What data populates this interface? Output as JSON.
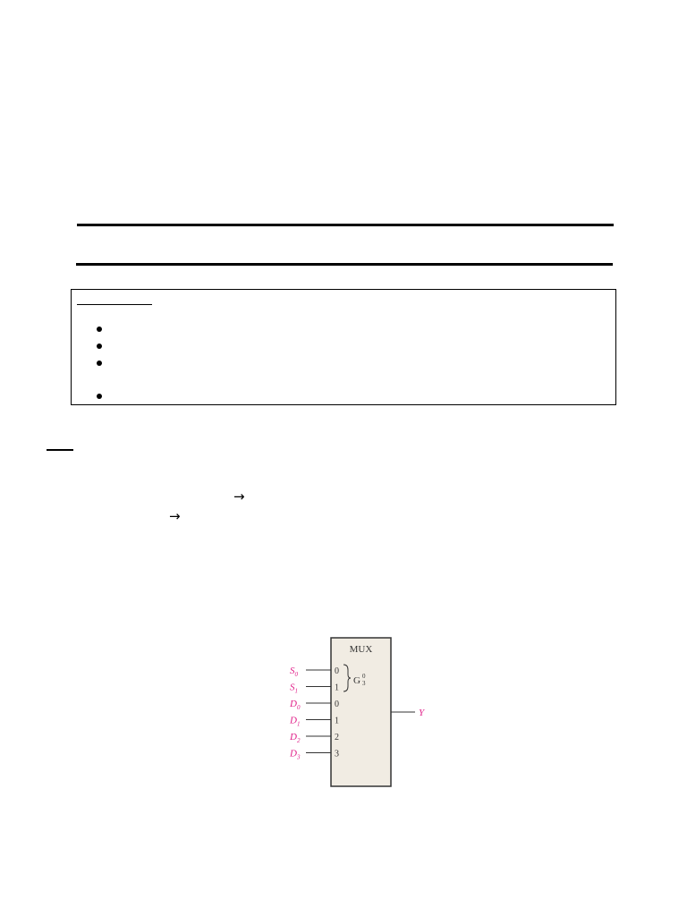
{
  "document": {
    "arrow_glyph": "→"
  },
  "mux": {
    "title": "MUX",
    "gate_label": "G",
    "gate_superscript": "0",
    "gate_subscript": "3",
    "inputs": [
      {
        "label": "S",
        "sub": "0",
        "pin": "0"
      },
      {
        "label": "S",
        "sub": "1",
        "pin": "1"
      },
      {
        "label": "D",
        "sub": "0",
        "pin": "0"
      },
      {
        "label": "D",
        "sub": "1",
        "pin": "1"
      },
      {
        "label": "D",
        "sub": "2",
        "pin": "2"
      },
      {
        "label": "D",
        "sub": "3",
        "pin": "3"
      }
    ],
    "output": "Y",
    "colors": {
      "label": "#e0218a",
      "box_fill": "#f1ece3",
      "line": "#333333"
    }
  }
}
